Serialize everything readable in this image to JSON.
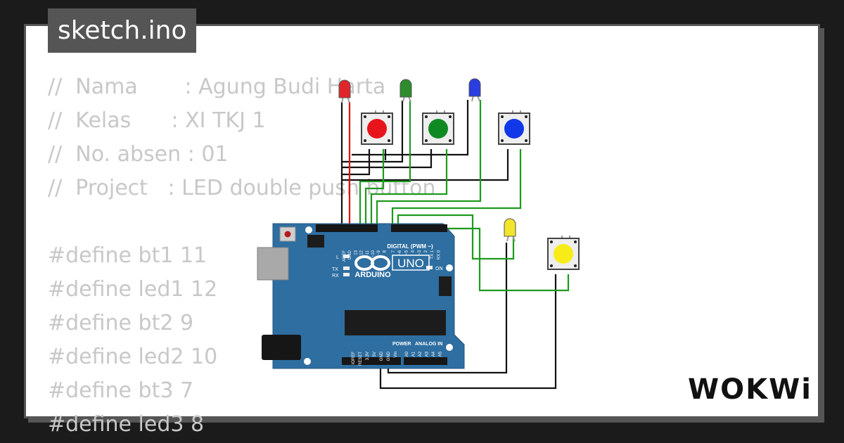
{
  "header": {
    "title": "sketch.ino"
  },
  "code_lines": [
    "//  Nama       : Agung Budi Harta",
    "//  Kelas      : XI TKJ 1",
    "//  No. absen : 01",
    "//  Project   : LED double push button",
    "",
    "#define bt1 11",
    "#define led1 12",
    "#define bt2 9",
    "#define led2 10",
    "#define bt3 7",
    "#define led3 8"
  ],
  "board": {
    "brand": "ARDUINO",
    "model": "UNO",
    "digital_label": "DIGITAL (PWM ~)",
    "power_label": "POWER",
    "analog_label": "ANALOG IN",
    "on_label": "ON",
    "l_label": "L",
    "tx_label": "TX",
    "rx_label": "RX",
    "top_pins": [
      "AREF",
      "GND",
      "13",
      "12",
      "~11",
      "~10",
      "~9",
      "8",
      "7",
      "~6",
      "~5",
      "4",
      "~3",
      "2",
      "TX 1",
      "RX 0"
    ],
    "power_pins": [
      "IOREF",
      "RESET",
      "3.3V",
      "5V",
      "GND",
      "GND",
      "Vin"
    ],
    "analog_pins": [
      "A0",
      "A1",
      "A2",
      "A3",
      "A4",
      "A5"
    ]
  },
  "components": {
    "leds": [
      {
        "name": "led-red",
        "color": "#e0262b"
      },
      {
        "name": "led-green",
        "color": "#2e8b2e"
      },
      {
        "name": "led-blue",
        "color": "#2a3de0"
      },
      {
        "name": "led-yellow",
        "color": "#f2e52a"
      }
    ],
    "buttons": [
      {
        "name": "button-red",
        "color": "#e8141c"
      },
      {
        "name": "button-green",
        "color": "#0f8a22"
      },
      {
        "name": "button-blue",
        "color": "#1038e8"
      },
      {
        "name": "button-yellow",
        "color": "#f8ec18"
      }
    ]
  },
  "logo": {
    "text": "WOKWi"
  },
  "colors": {
    "board": "#2e6ea1",
    "background": "#1b1b1b",
    "card": "#ffffff",
    "badge": "#555555",
    "code_text": "#c8c8c8",
    "wire_black": "#111111",
    "wire_green": "#1e9a1e",
    "wire_red": "#e01010"
  }
}
